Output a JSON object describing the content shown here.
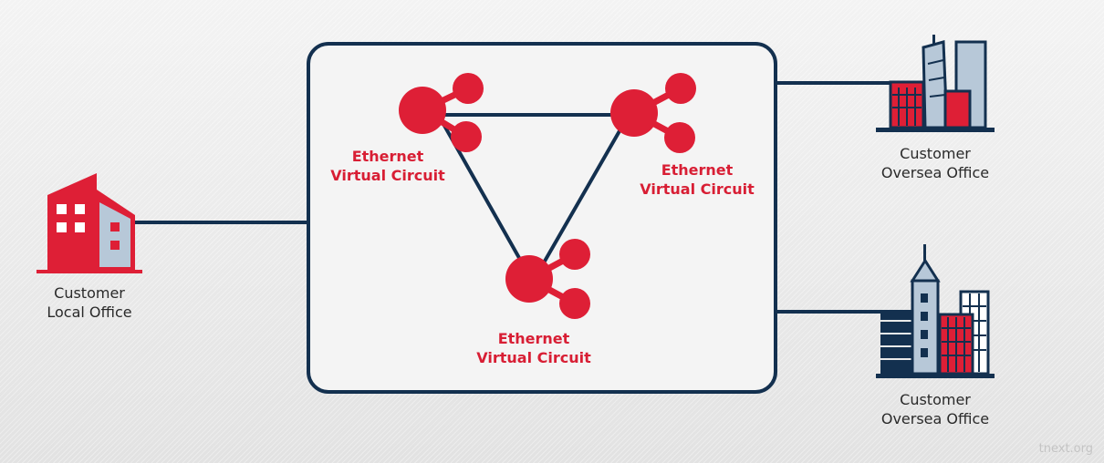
{
  "colors": {
    "red": "#de1f36",
    "navy": "#13304f",
    "light_blue": "#b7c8d8",
    "white": "#ffffff"
  },
  "nodes": [
    {
      "id": "evc-top-left",
      "label_line1": "Ethernet",
      "label_line2": "Virtual Circuit"
    },
    {
      "id": "evc-top-right",
      "label_line1": "Ethernet",
      "label_line2": "Virtual Circuit"
    },
    {
      "id": "evc-bottom",
      "label_line1": "Ethernet",
      "label_line2": "Virtual Circuit"
    }
  ],
  "offices": {
    "local": {
      "line1": "Customer",
      "line2": "Local Office",
      "icon": "office-building-icon"
    },
    "oversea_top": {
      "line1": "Customer",
      "line2": "Oversea Office",
      "icon": "city-skyline-icon"
    },
    "oversea_bottom": {
      "line1": "Customer",
      "line2": "Oversea Office",
      "icon": "city-skyline-icon"
    }
  },
  "edges": [
    {
      "from": "evc-top-left",
      "to": "evc-top-right"
    },
    {
      "from": "evc-top-left",
      "to": "evc-bottom"
    },
    {
      "from": "evc-top-right",
      "to": "evc-bottom"
    },
    {
      "from": "local-office",
      "to": "network-box"
    },
    {
      "from": "network-box",
      "to": "oversea-office-top"
    },
    {
      "from": "network-box",
      "to": "oversea-office-bottom"
    }
  ],
  "watermark": "tnext.org"
}
